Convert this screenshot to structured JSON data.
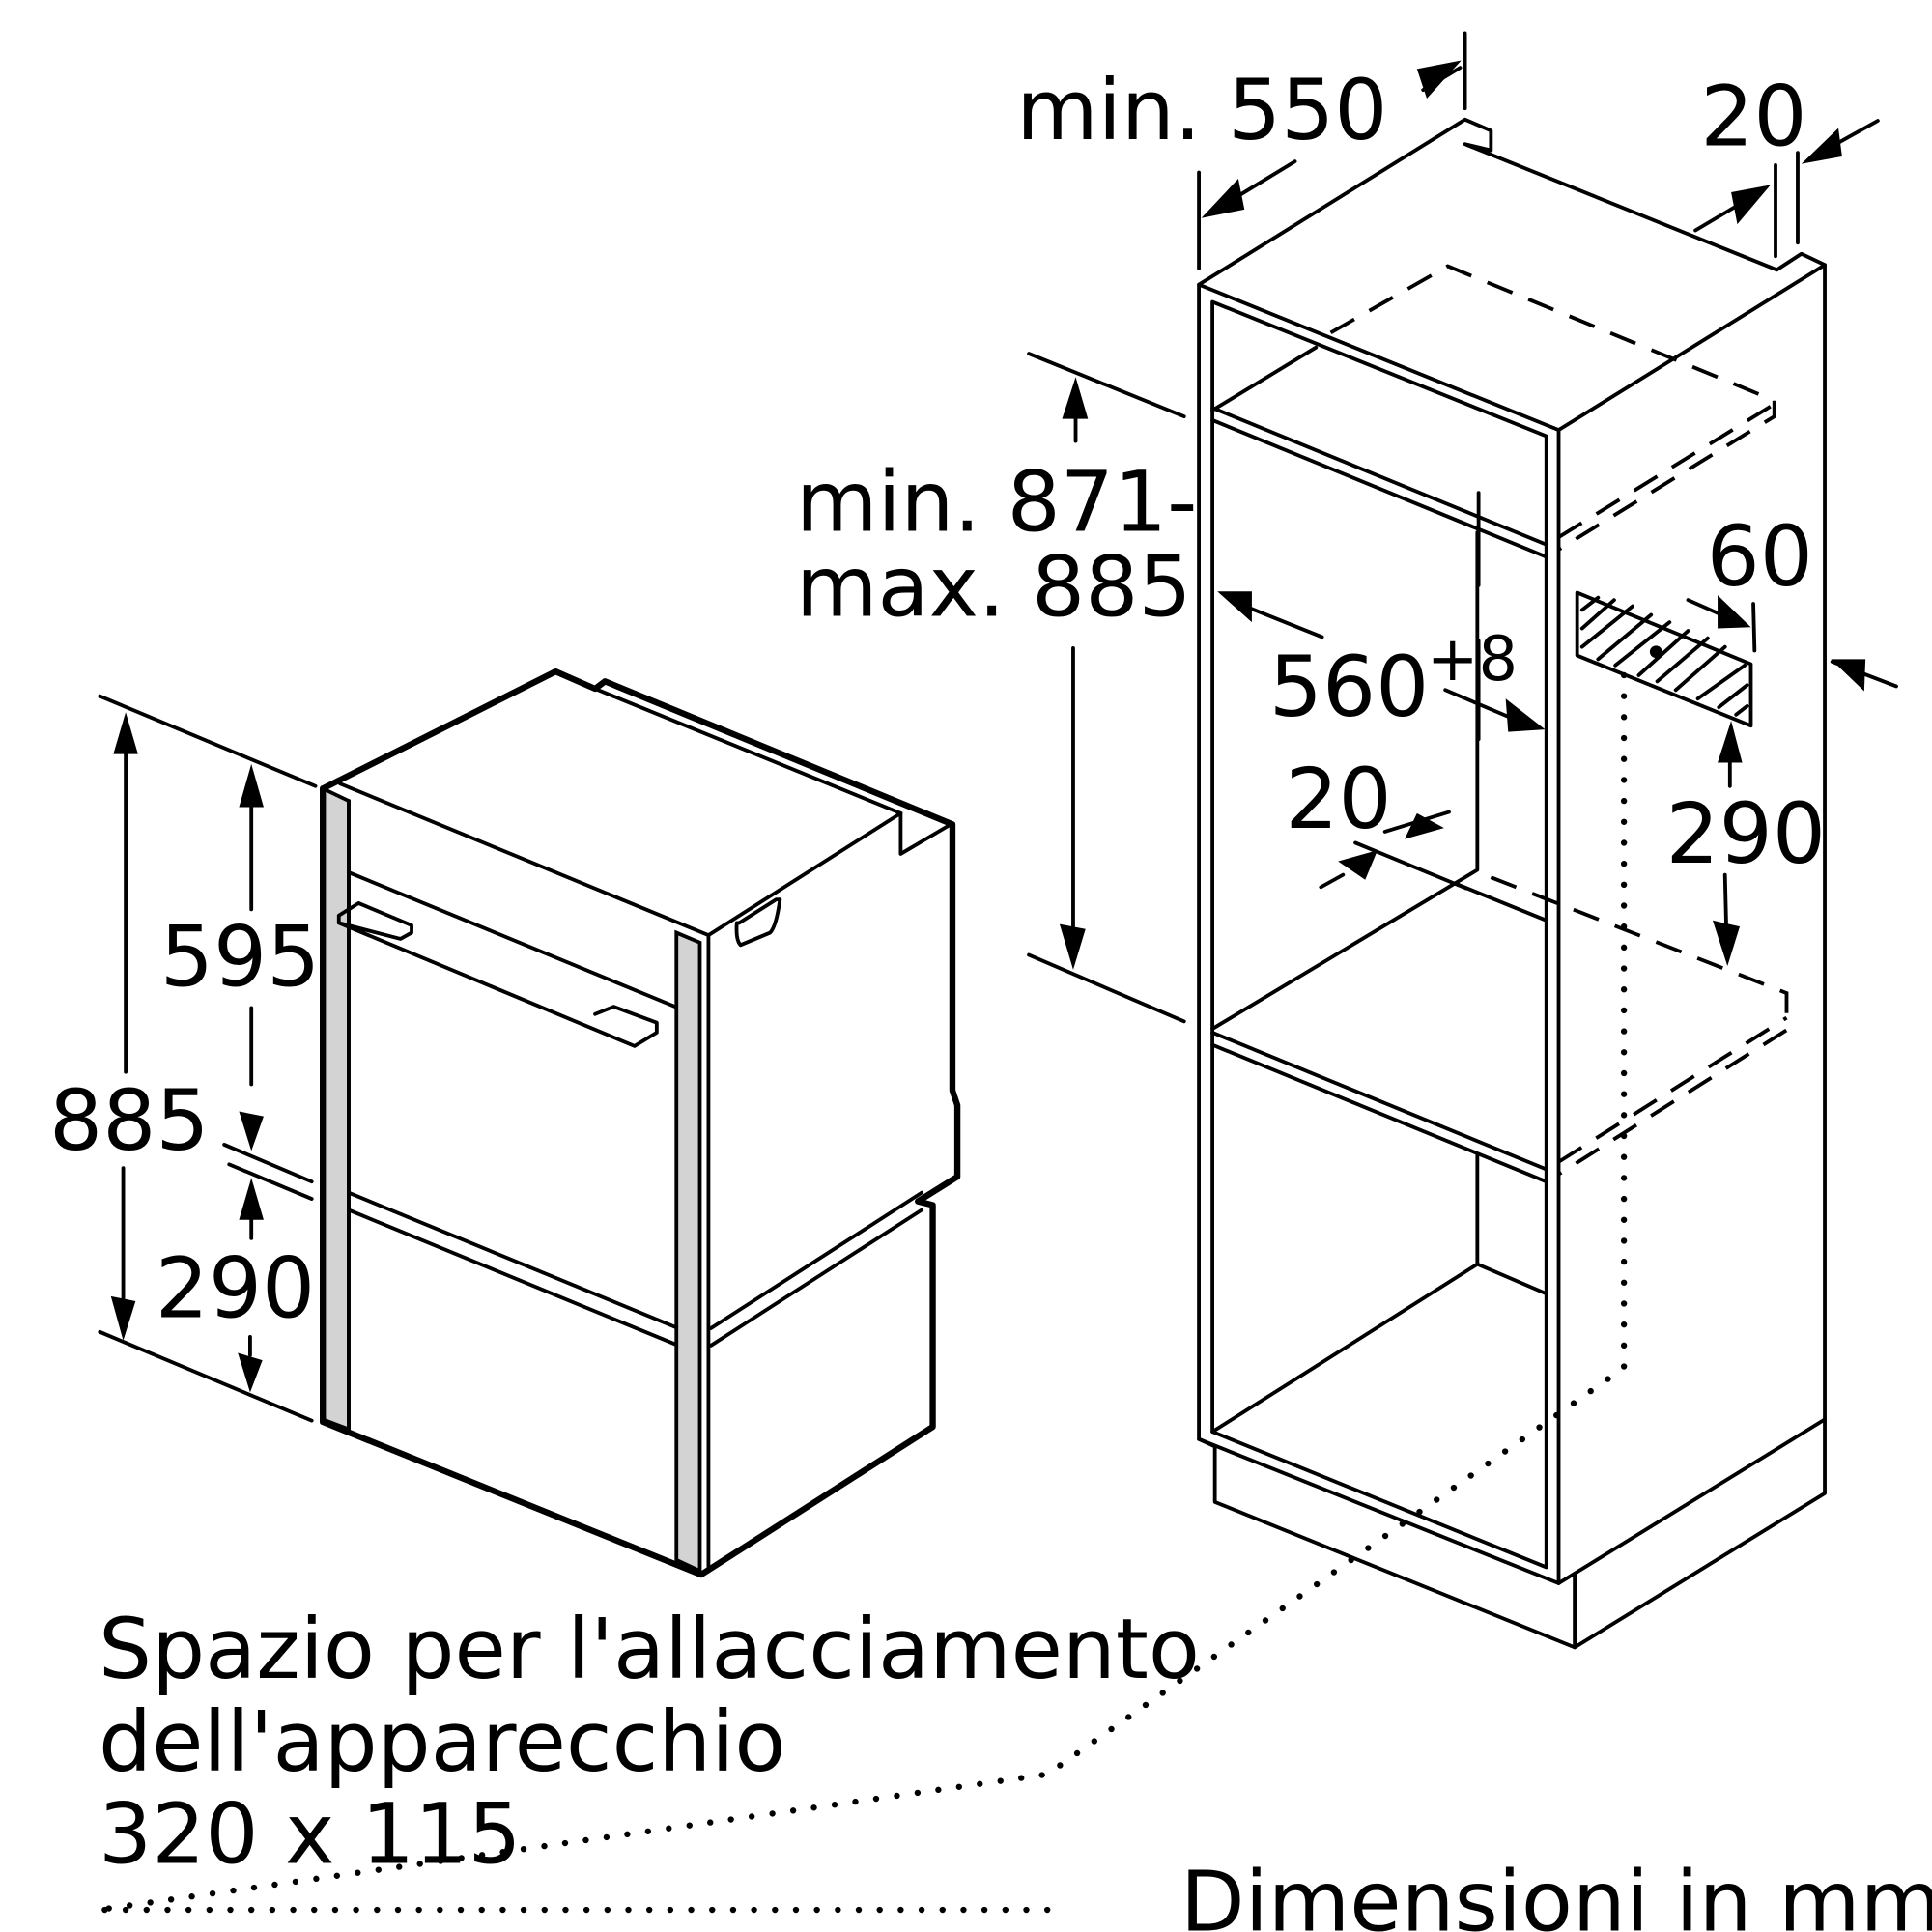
{
  "dimensions": {
    "depth_min": "min. 550",
    "top_gap": "20",
    "niche_height_min": "min. 871-",
    "niche_height_max": "max. 885",
    "niche_width": "560",
    "niche_width_tolerance": "+8",
    "vent_depth": "60",
    "shelf_thickness": "20",
    "vent_height_right": "290",
    "appliance_door_height": "595",
    "appliance_total_height": "885",
    "appliance_drawer_height": "290"
  },
  "notes": {
    "connection_line1": "Spazio per l'allacciamento",
    "connection_line2": "dell'apparecchio",
    "connection_size": "320 x 115",
    "units": "Dimensioni in mm"
  }
}
